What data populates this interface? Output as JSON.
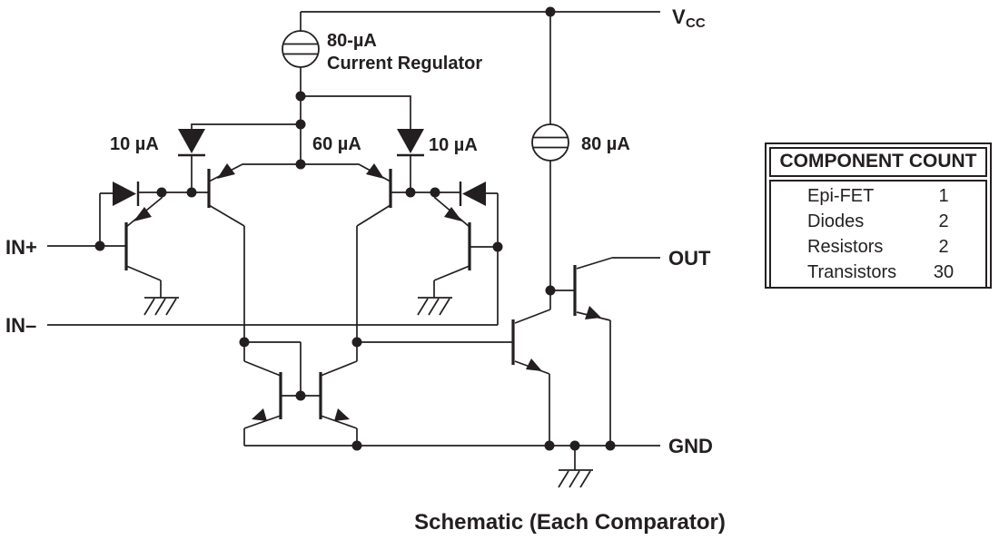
{
  "labels": {
    "vcc_main": "V",
    "vcc_sub": "CC",
    "in_plus": "IN+",
    "in_minus": "IN–",
    "out": "OUT",
    "gnd": "GND"
  },
  "currents": {
    "regulator_value": "80-µA",
    "regulator_name": "Current Regulator",
    "left_diode": "10 µA",
    "tail": "60 µA",
    "right_diode": "10 µA",
    "output_source": "80 µA"
  },
  "component_table": {
    "title": "COMPONENT COUNT",
    "rows": [
      {
        "label": "Epi-FET",
        "value": "1"
      },
      {
        "label": "Diodes",
        "value": "2"
      },
      {
        "label": "Resistors",
        "value": "2"
      },
      {
        "label": "Transistors",
        "value": "30"
      }
    ]
  },
  "caption": "Schematic (Each Comparator)",
  "colors": {
    "ink": "#231f20",
    "background": "#ffffff"
  }
}
